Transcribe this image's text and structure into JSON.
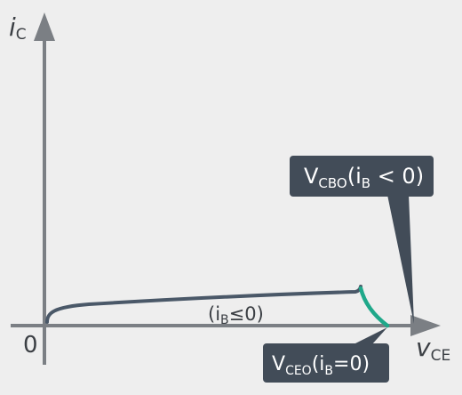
{
  "axes": {
    "y_label_main": "i",
    "y_label_sub": "C",
    "x_label_main": "v",
    "x_label_sub": "CE",
    "origin_label": "0"
  },
  "curve": {
    "label_pre": "(i",
    "label_sub": "B",
    "label_post": "≤0)"
  },
  "callouts": {
    "vcbo": {
      "main": "V",
      "sub1": "CBO",
      "mid": "(i",
      "sub2": "B",
      "post": " < 0)"
    },
    "vceo": {
      "main": "V",
      "sub1": "CEO",
      "mid": "(i",
      "sub2": "B",
      "post": "=0)"
    }
  },
  "colors": {
    "background": "#eeeeee",
    "axis": "#7b7f84",
    "curve": "#4a5868",
    "breakdown": "#1fa88a",
    "callout_fill": "#424c58",
    "callout_text": "#ffffff",
    "label_text": "#3b3f44"
  }
}
